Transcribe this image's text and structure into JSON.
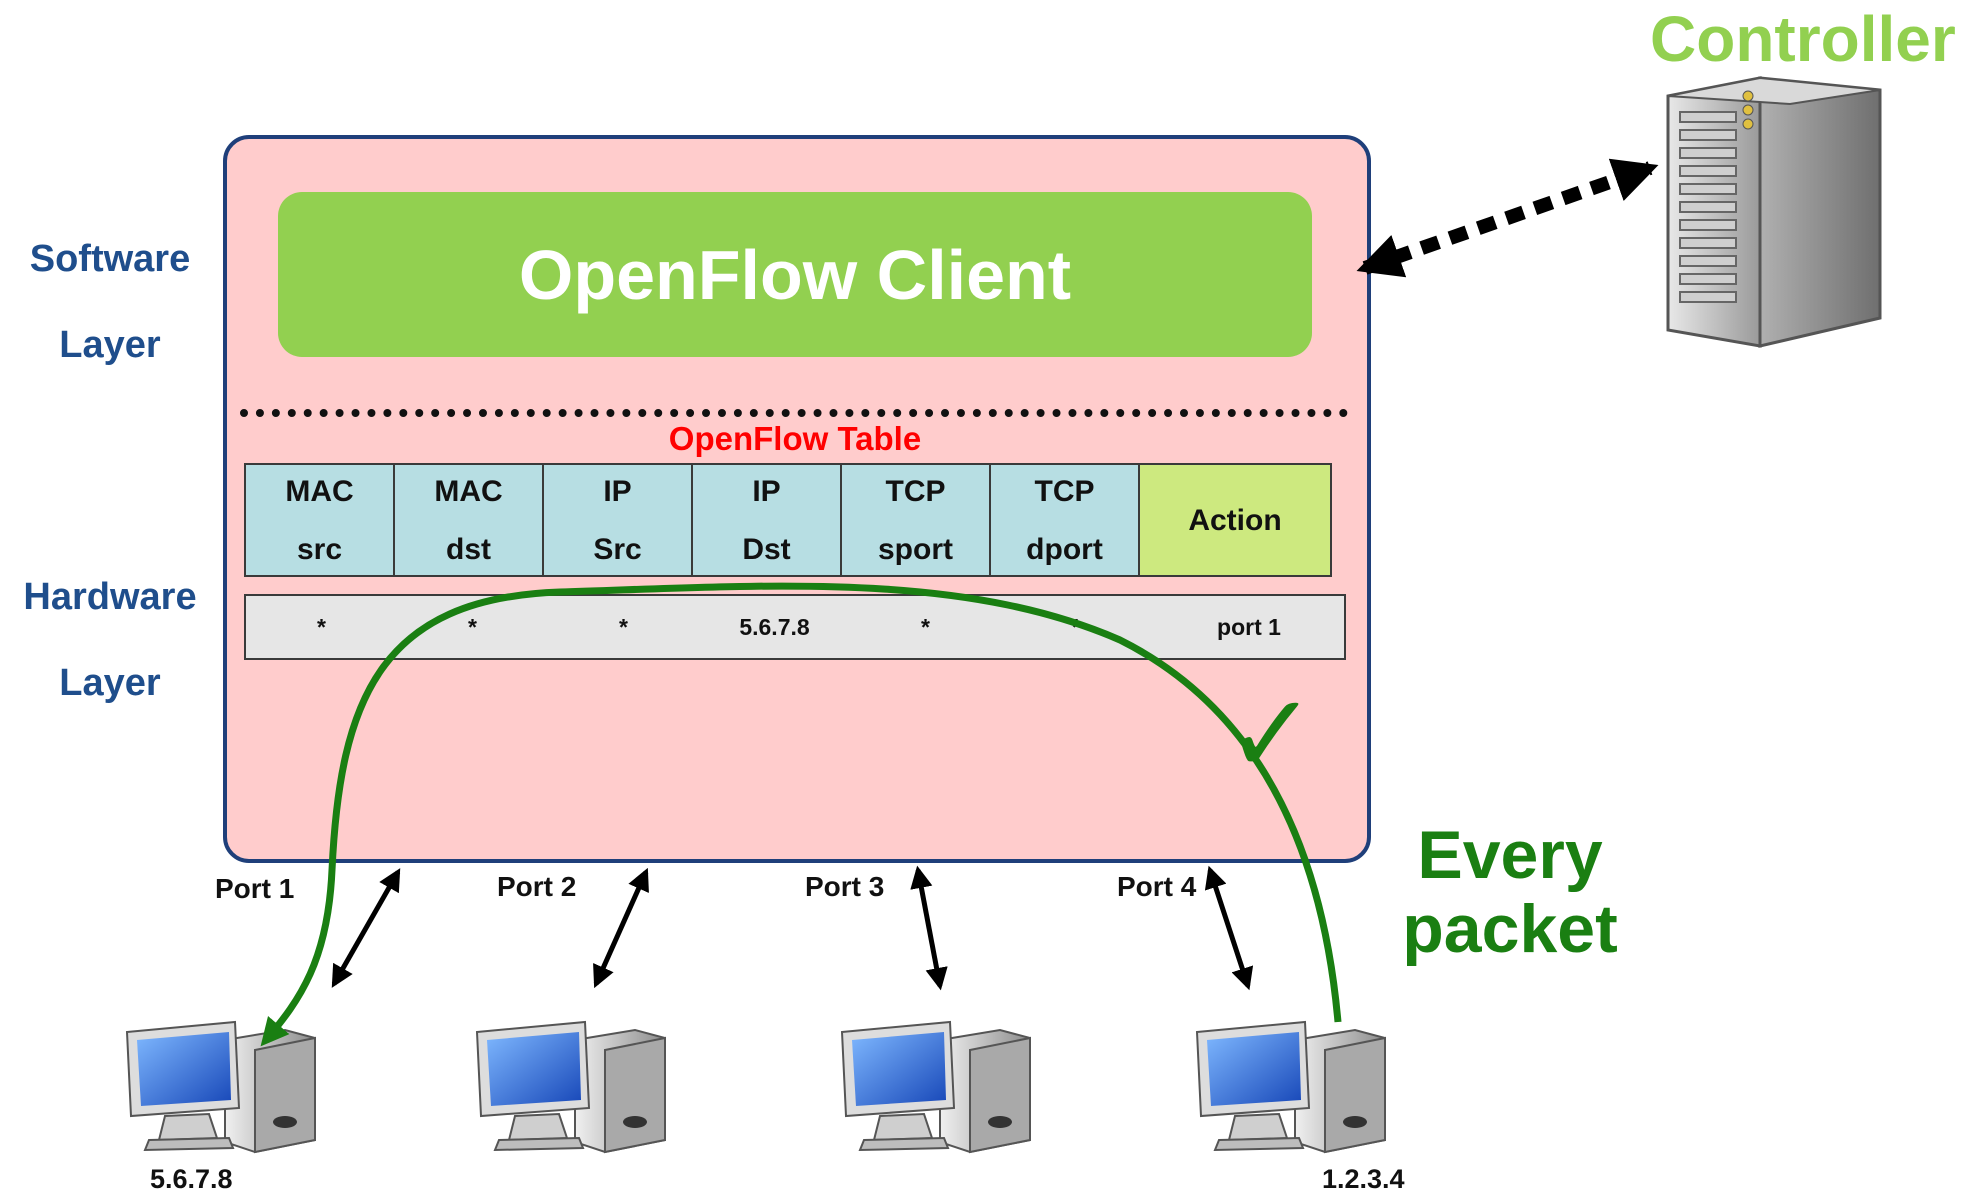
{
  "layers": {
    "software": [
      "Software",
      "Layer"
    ],
    "hardware": [
      "Hardware",
      "Layer"
    ]
  },
  "switch": {
    "client_label": "OpenFlow Client",
    "table_title": "OpenFlow Table",
    "columns": [
      {
        "top": "MAC",
        "bottom": "src"
      },
      {
        "top": "MAC",
        "bottom": "dst"
      },
      {
        "top": "IP",
        "bottom": "Src"
      },
      {
        "top": "IP",
        "bottom": "Dst"
      },
      {
        "top": "TCP",
        "bottom": "sport"
      },
      {
        "top": "TCP",
        "bottom": "dport"
      }
    ],
    "action_header": "Action",
    "rule": [
      "*",
      "*",
      "*",
      "5.6.7.8",
      "*",
      "*",
      "port 1"
    ]
  },
  "controller": {
    "title": "Controller",
    "icon": "server-icon"
  },
  "ports": [
    "Port 1",
    "Port 2",
    "Port 3",
    "Port 4"
  ],
  "hosts": {
    "host1_ip": "5.6.7.8",
    "host4_ip": "1.2.3.4",
    "icon": "desktop-computer-icon"
  },
  "annotation": {
    "every_packet": [
      "Every",
      "packet"
    ],
    "check": "✓"
  },
  "colors": {
    "client_green": "#92d050",
    "switch_pink": "#ffcccc",
    "header_blue": "#b7dee3",
    "action_green": "#cde97f",
    "path_green": "#1a7f12",
    "layer_blue": "#1f4e8c",
    "table_title_red": "#ff0000"
  }
}
